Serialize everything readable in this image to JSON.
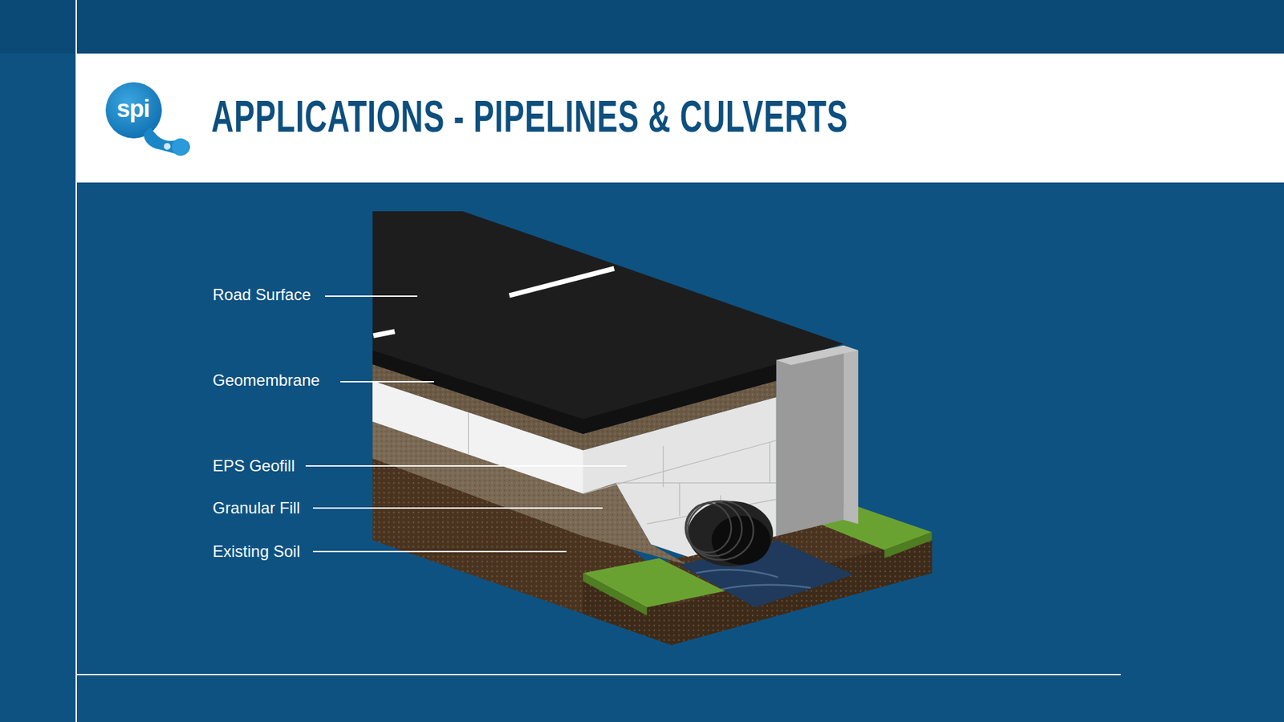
{
  "diagram": {
    "title": "APPLICATIONS - PIPELINES & CULVERTS",
    "labels": [
      "spi",
      "Road Surface",
      "Geomembrane",
      "EPS Geofill",
      "Granular Fill",
      "Existing Soil"
    ]
  }
}
